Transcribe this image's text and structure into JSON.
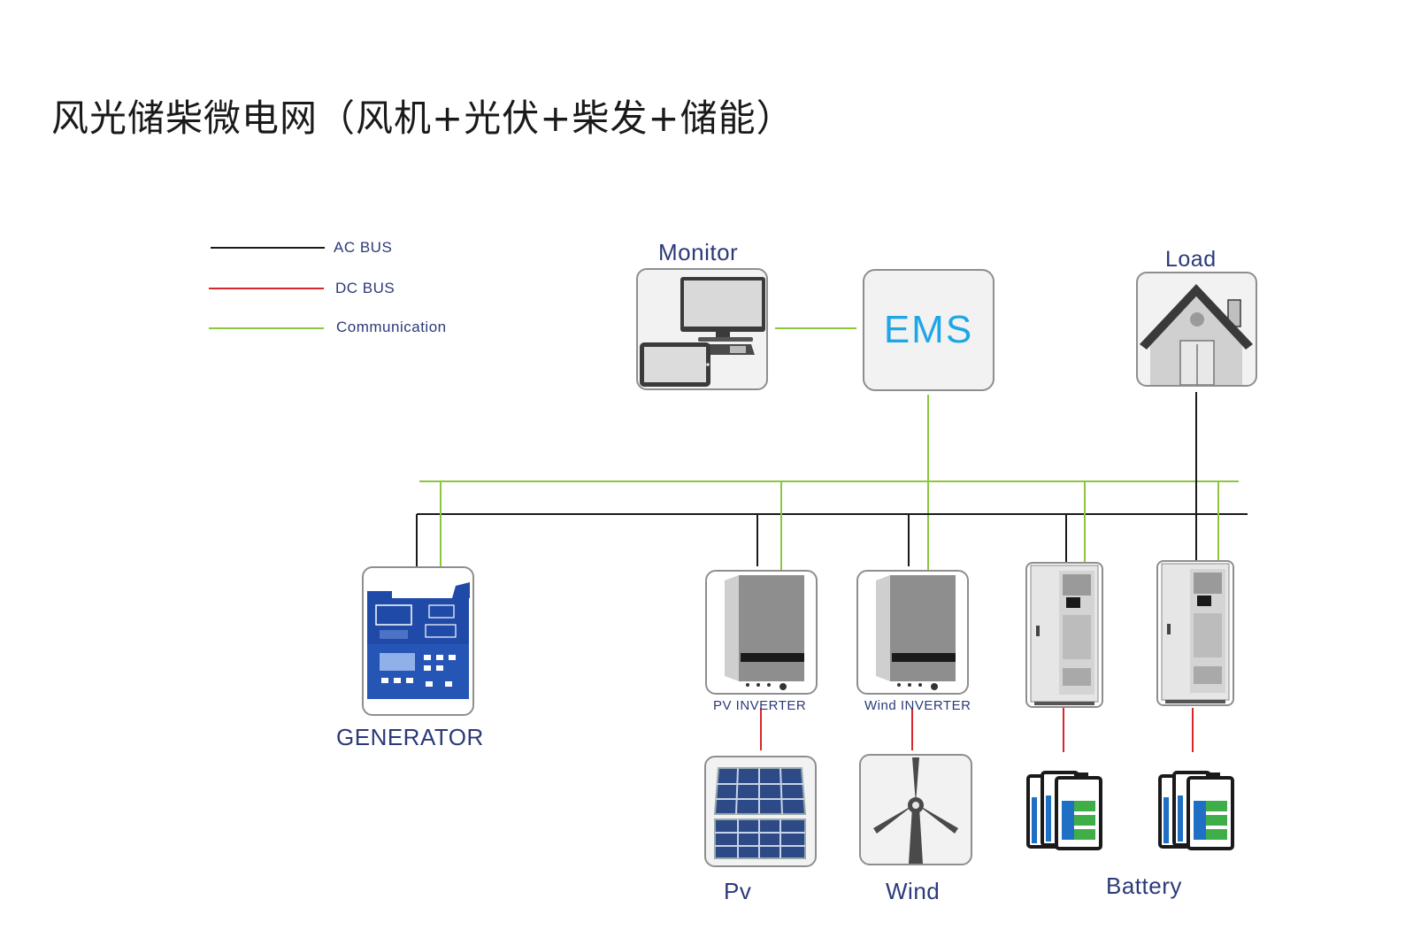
{
  "title": "风光储柴微电网（风机+光伏+柴发+储能）",
  "legend": [
    {
      "label": "AC BUS",
      "color": "#1a1a1a"
    },
    {
      "label": "DC BUS",
      "color": "#d9262e"
    },
    {
      "label": "Communication",
      "color": "#8cc63f"
    }
  ],
  "nodes": {
    "monitor": "Monitor",
    "ems": "EMS",
    "load": "Load",
    "generator": "GENERATOR",
    "pv_inverter": "PV INVERTER",
    "wind_inverter": "Wind INVERTER",
    "pv": "Pv",
    "wind": "Wind",
    "battery": "Battery"
  },
  "colors": {
    "ac_bus": "#1a1a1a",
    "dc_bus": "#d9262e",
    "communication": "#8cc63f",
    "ems_text": "#1ea7e6",
    "label": "#2b3a78",
    "generator_blue": "#1f4aa8"
  }
}
